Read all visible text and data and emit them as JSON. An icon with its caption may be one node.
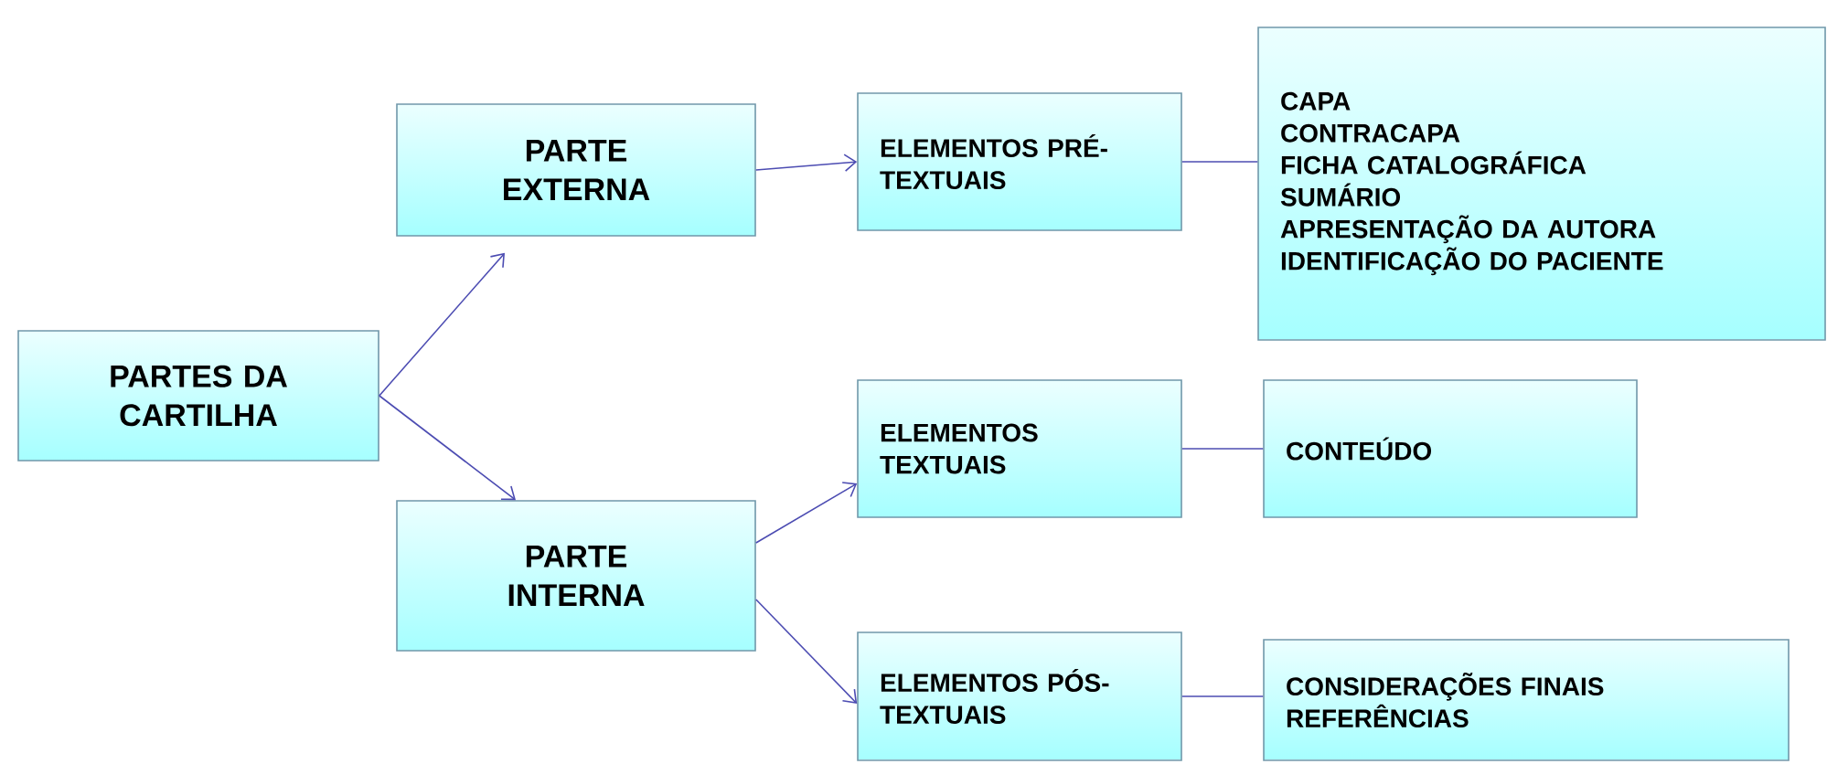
{
  "diagram": {
    "nodes": [
      {
        "text": [
          "PARTES DA CARTILHA"
        ]
      },
      {
        "text": [
          "PARTE EXTERNA"
        ]
      },
      {
        "text": [
          "PARTE INTERNA"
        ]
      },
      {
        "text": [
          "ELEMENTOS PRÉ-TEXTUAIS"
        ]
      },
      {
        "text": [
          "CAPA",
          "CONTRACAPA",
          "FICHA CATALOGRÁFICA",
          "SUMÁRIO",
          "APRESENTAÇÃO DA AUTORA",
          "IDENTIFICAÇÃO DO PACIENTE"
        ]
      },
      {
        "text": [
          "ELEMENTOS TEXTUAIS"
        ]
      },
      {
        "text": [
          "CONTEÚDO"
        ]
      },
      {
        "text": [
          "ELEMENTOS PÓS-TEXTUAIS"
        ]
      },
      {
        "text": [
          "CONSIDERAÇÕES FINAIS",
          "REFERÊNCIAS"
        ]
      }
    ],
    "edges": [
      {
        "from": 0,
        "to": 1,
        "arrow": "to"
      },
      {
        "from": 0,
        "to": 2,
        "arrow": "to"
      },
      {
        "from": 1,
        "to": 3,
        "arrow": "to"
      },
      {
        "from": 3,
        "to": 4,
        "arrow": "none"
      },
      {
        "from": 2,
        "to": 5,
        "arrow": "to"
      },
      {
        "from": 5,
        "to": 6,
        "arrow": "none"
      },
      {
        "from": 2,
        "to": 7,
        "arrow": "to"
      },
      {
        "from": 7,
        "to": 8,
        "arrow": "none"
      }
    ]
  }
}
